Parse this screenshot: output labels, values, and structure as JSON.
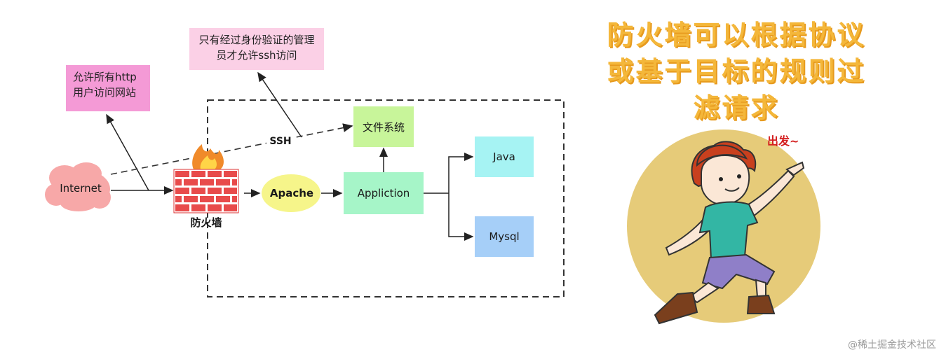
{
  "notes": {
    "http": "允许所有http用户访问网站",
    "ssh": "只有经过身份验证的管理员才允许ssh访问"
  },
  "nodes": {
    "internet": "Internet",
    "firewall": "防火墙",
    "apache": "Apache",
    "application": "Appliction",
    "filesystem": "文件系统",
    "java": "Java",
    "mysql": "Mysql"
  },
  "edge_labels": {
    "ssh": "SSH"
  },
  "side_text": "防火墙可以根据协议或基于目标的规则过滤请求",
  "cartoon_caption": "出发~",
  "watermark": "@稀土掘金技术社区",
  "colors": {
    "http_note": "#f49ad6",
    "ssh_note": "#fbd0e6",
    "internet": "#f7a8a8",
    "brick": "#e84b4b",
    "apache": "#f6f58a",
    "application": "#a6f5c8",
    "filesystem": "#c8f59a",
    "java": "#a6f3f3",
    "mysql": "#a6cff8",
    "title": "#f4b73a",
    "circle": "#e6cb79"
  }
}
